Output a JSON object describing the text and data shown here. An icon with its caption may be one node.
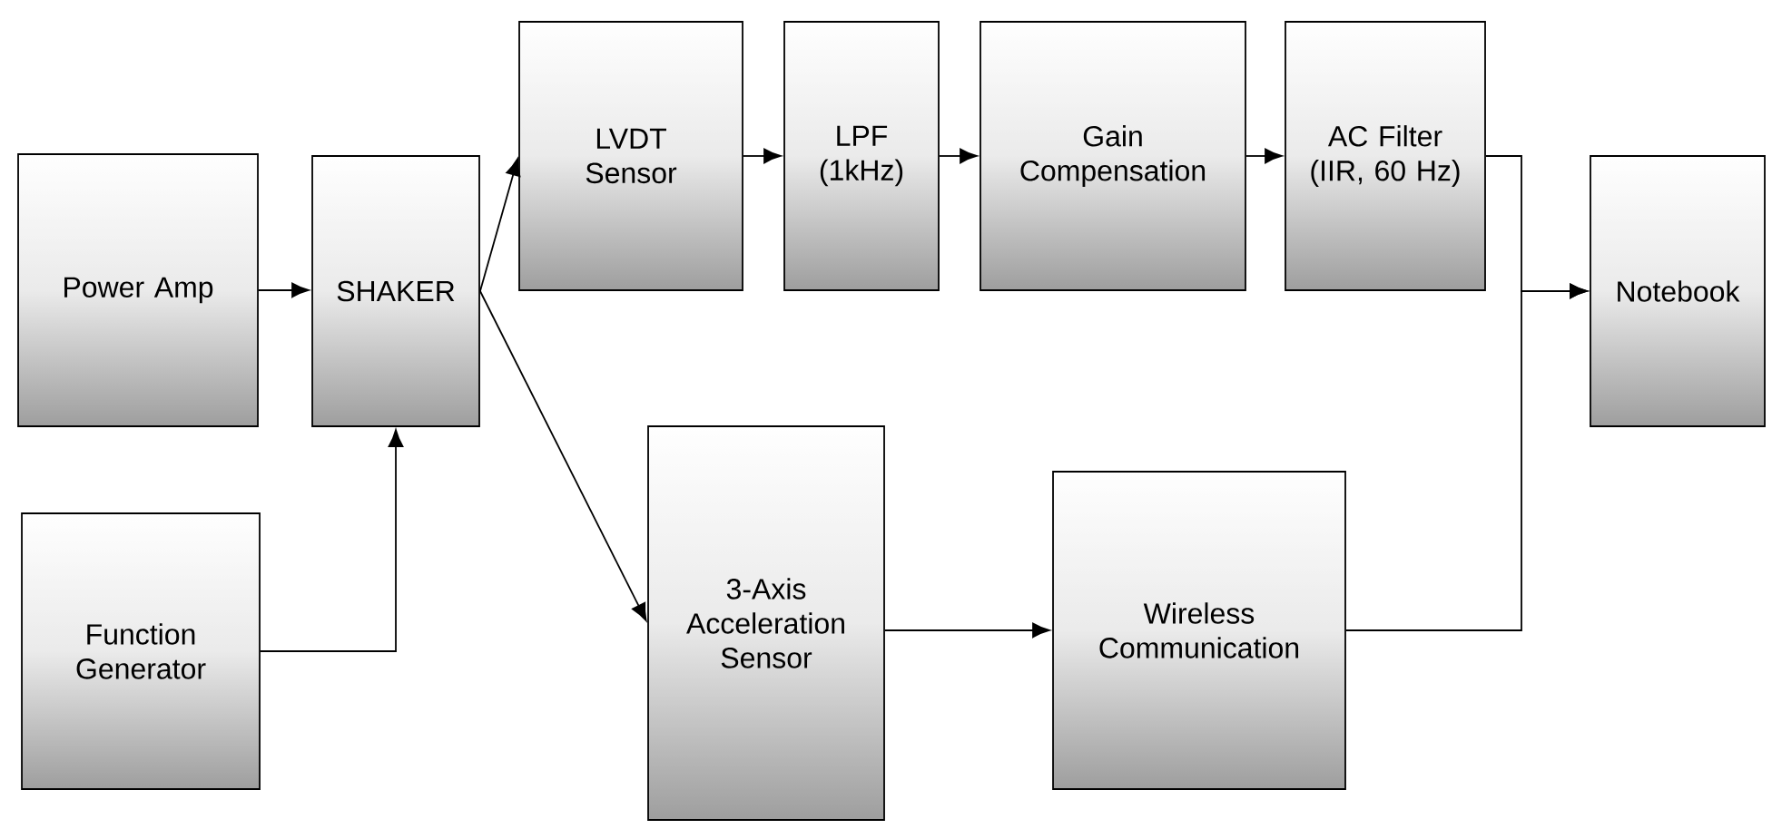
{
  "diagram": {
    "nodes": [
      {
        "text": [
          "Power Amp"
        ]
      },
      {
        "text": [
          "Function Generator"
        ]
      },
      {
        "text": [
          "SHAKER"
        ]
      },
      {
        "text": [
          "LVDT Sensor"
        ]
      },
      {
        "text": [
          "LPF",
          "(1kHz)"
        ]
      },
      {
        "text": [
          "Gain Compensation"
        ]
      },
      {
        "text": [
          "AC Filter",
          "(IIR, 60 Hz)"
        ]
      },
      {
        "text": [
          "Notebook"
        ]
      },
      {
        "text": [
          "3-Axis Acceleration Sensor"
        ]
      },
      {
        "text": [
          "Wireless Communication"
        ]
      }
    ],
    "edges": [
      {
        "from": 0,
        "to": 2,
        "arrow": "to"
      },
      {
        "from": 1,
        "to": 2,
        "arrow": "to"
      },
      {
        "from": 2,
        "to": 3,
        "arrow": "to"
      },
      {
        "from": 2,
        "to": 8,
        "arrow": "to"
      },
      {
        "from": 3,
        "to": 4,
        "arrow": "to"
      },
      {
        "from": 4,
        "to": 5,
        "arrow": "to"
      },
      {
        "from": 5,
        "to": 6,
        "arrow": "to"
      },
      {
        "from": 6,
        "to": 7,
        "arrow": "to"
      },
      {
        "from": 8,
        "to": 9,
        "arrow": "to"
      },
      {
        "from": 9,
        "to": 7,
        "arrow": "to"
      }
    ]
  }
}
